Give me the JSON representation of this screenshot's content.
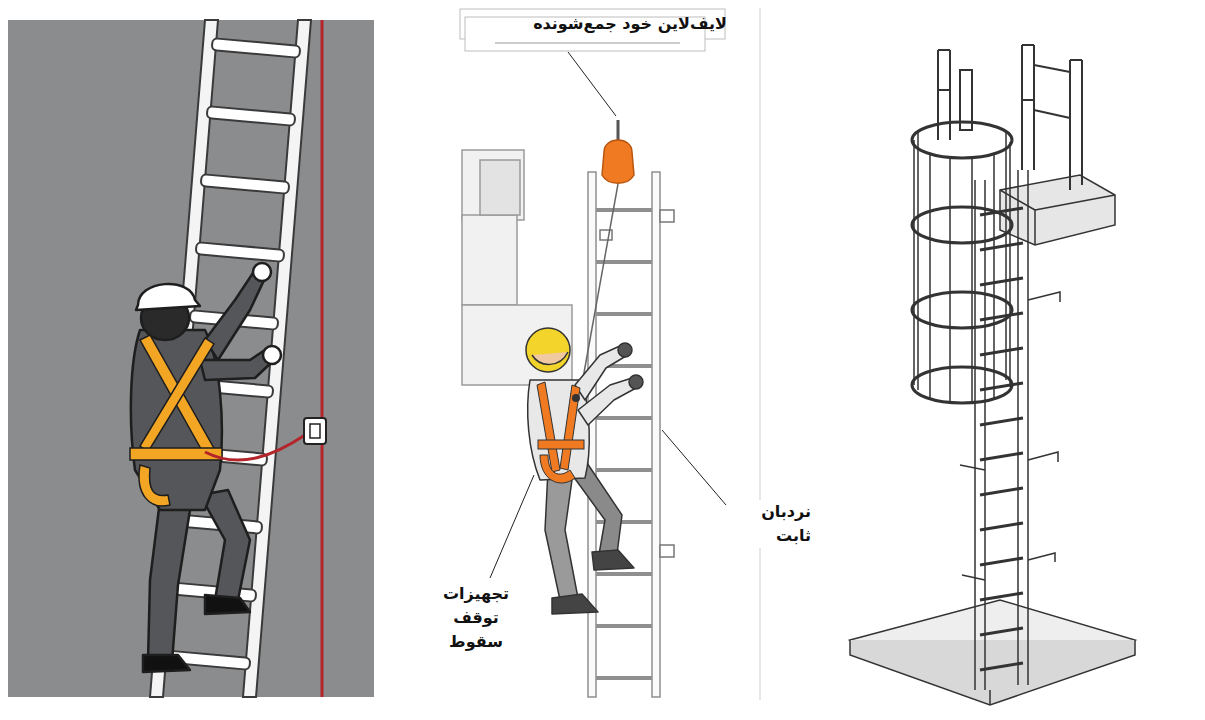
{
  "diagram": {
    "labels": [
      "لایف‌لاین خود جمع‌شونده",
      "نردبان ثابت",
      "تجهیزات توقف سقوط"
    ]
  }
}
